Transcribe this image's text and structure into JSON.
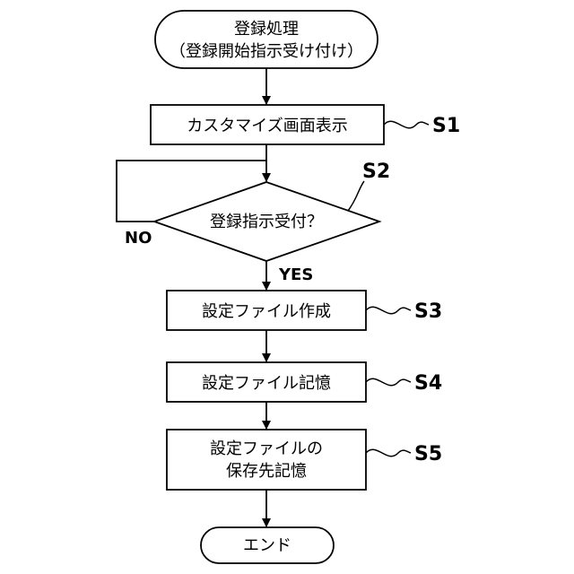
{
  "nodes": {
    "start": {
      "line1": "登録処理",
      "line2": "（登録開始指示受け付け）"
    },
    "s1": {
      "label": "カスタマイズ画面表示",
      "step": "S1"
    },
    "s2": {
      "label": "登録指示受付？",
      "step": "S2",
      "no": "NO",
      "yes": "YES"
    },
    "s3": {
      "label": "設定ファイル作成",
      "step": "S3"
    },
    "s4": {
      "label": "設定ファイル記憶",
      "step": "S4"
    },
    "s5": {
      "line1": "設定ファイルの",
      "line2": "保存先記憶",
      "step": "S5"
    },
    "end": {
      "label": "エンド"
    }
  }
}
